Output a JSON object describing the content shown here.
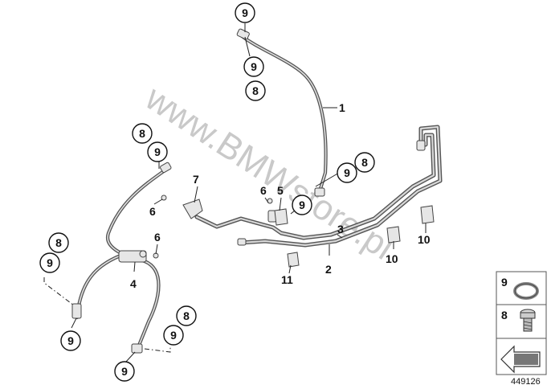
{
  "diagram": {
    "watermark": "www.BMWstore.pl",
    "reference_number": "449126",
    "callouts": [
      {
        "id": "c9-top",
        "label": "9"
      },
      {
        "id": "c9-top2",
        "label": "9"
      },
      {
        "id": "c8-top",
        "label": "8"
      },
      {
        "id": "c8-left",
        "label": "8"
      },
      {
        "id": "c9-left",
        "label": "9"
      },
      {
        "id": "c9-mid",
        "label": "9"
      },
      {
        "id": "c8-mid",
        "label": "8"
      },
      {
        "id": "c9-center",
        "label": "9"
      },
      {
        "id": "c8-lower-left",
        "label": "8"
      },
      {
        "id": "c9-lower-left",
        "label": "9"
      },
      {
        "id": "c9-bottom-left",
        "label": "9"
      },
      {
        "id": "c8-bottom",
        "label": "8"
      },
      {
        "id": "c9-bottom",
        "label": "9"
      },
      {
        "id": "c9-bottom2",
        "label": "9"
      }
    ],
    "labels": {
      "part_1": "1",
      "part_2": "2",
      "part_3": "3",
      "part_4": "4",
      "part_5": "5",
      "part_6_left": "6",
      "part_6_center": "6",
      "part_6_lower": "6",
      "part_7": "7",
      "part_10_left": "10",
      "part_10_right": "10",
      "part_11": "11"
    },
    "legend": [
      {
        "label": "9",
        "icon": "sealing-ring-icon"
      },
      {
        "label": "8",
        "icon": "banjo-bolt-icon"
      },
      {
        "label": "",
        "icon": "arrow-icon"
      }
    ]
  }
}
